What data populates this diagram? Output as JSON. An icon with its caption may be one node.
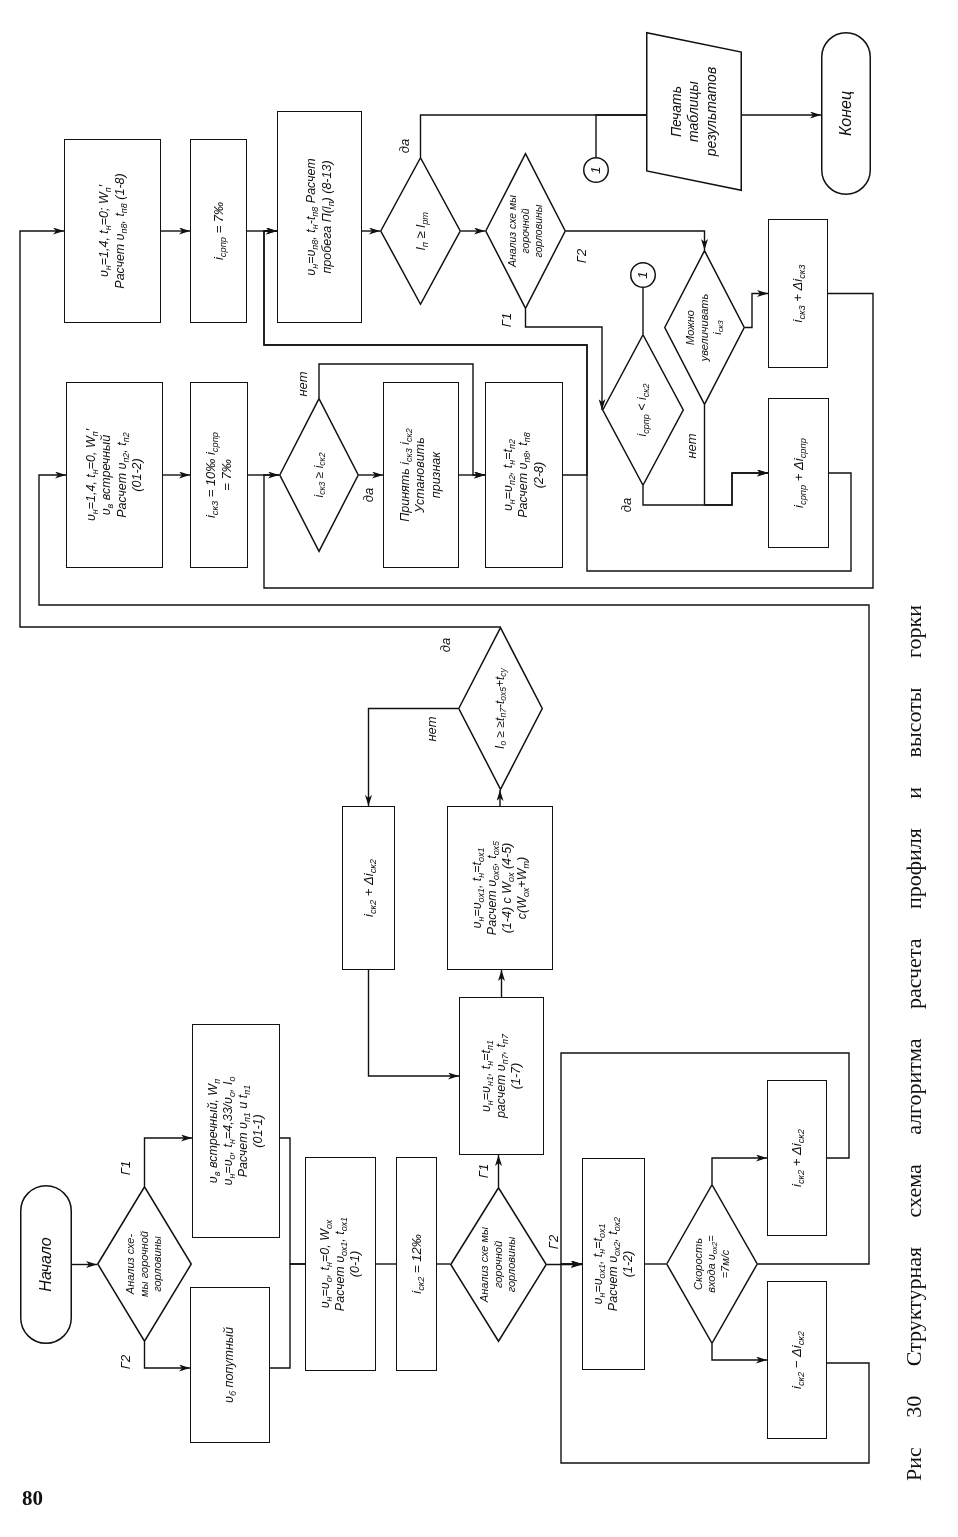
{
  "diagram": {
    "caption": "Рис 30 Структурная схема алгоритма расчета профиля и высоты горки",
    "nodes": [
      {
        "text": [
          "Начало"
        ]
      },
      {
        "text": [
          "Анализ схе- мы горочной горловины"
        ]
      },
      {
        "text": [
          "υ$_{в}$ встречный, W$_{п}$ υ$_{н}$=υ$_{о}$, t$_{н}$=4,33/υ$_{о}$, I$_{о}$ Расчет υ$_{п1}$ и t$_{п1}$ (01-1)"
        ]
      },
      {
        "text": [
          "υ$_{б}$ попутный"
        ]
      },
      {
        "text": [
          "υ$_{н}$=υ$_{о}$, t$_{н}$=0, W$_{ох}$ Расчет υ$_{ох1}$, t$_{ох1}$ (0-1)"
        ]
      },
      {
        "text": [
          "i$_{ск2}$ = 12‰"
        ]
      },
      {
        "text": [
          "Анализ схе мы горочной горловины"
        ]
      },
      {
        "text": [
          "υ$_{н}$=υ$_{н1}$, t$_{н}$=t$_{п1}$ расчет υ$_{п7}$, t$_{п7}$ (1-7)"
        ]
      },
      {
        "text": [
          "υ$_{н}$=υ$_{ох1}$, t$_{н}$=t$_{ох1}$ Расчет υ$_{ох5}$, t$_{ох5}$ (1-4) с W$_{ох}$ (4-5) с(W$_{ох}$+W$_{т}$)"
        ]
      },
      {
        "text": [
          "I$_{о}$ ≥ ≥t$_{п7}$-t$_{ох5}$+t$_{су}$"
        ]
      },
      {
        "text": [
          "i$_{ск2}$ + Δi$_{ск2}$"
        ]
      },
      {
        "text": [
          "υ$_{н}$=υ$_{ох1}$, t$_{н}$=t$_{ох1}$ Расчет υ$_{ох2}$, t$_{ох2}$ (1-2)"
        ]
      },
      {
        "text": [
          "Скорость входа υ$_{ох2}$= =7м/с"
        ]
      },
      {
        "text": [
          "i$_{ск2}$ − Δi$_{ск2}$"
        ]
      },
      {
        "text": [
          "i$_{ск2}$ + Δi$_{ск2}$"
        ]
      },
      {
        "text": [
          "υ$_{н}$=1,4, t$_{н}$=0; W$_{п}$′ Расчет υ$_{п8}$, t$_{п8}$ (1-8)"
        ]
      },
      {
        "text": [
          "i$_{српр}$ = 7‰"
        ]
      },
      {
        "text": [
          "υ$_{н}$=υ$_{п8}$, t$_{н}$-t$_{п8}$ Расчет пробега П(l$_{п}$) (8-13)"
        ]
      },
      {
        "text": [
          "l$_{п}$ ≥ l$_{рт}$"
        ]
      },
      {
        "text": [
          "Печать таблицы результатов"
        ]
      },
      {
        "text": [
          "Конец"
        ]
      },
      {
        "text": [
          "1"
        ]
      },
      {
        "text": [
          "Анализ схе мы горочной горловины"
        ]
      },
      {
        "text": [
          "1"
        ]
      },
      {
        "text": [
          "i$_{српр}$ < i$_{ск2}$"
        ]
      },
      {
        "text": [
          "Можно увеличивать i$_{ск3}$"
        ]
      },
      {
        "text": [
          "i$_{ск3}$ + Δi$_{ск3}$"
        ]
      },
      {
        "text": [
          "i$_{српр}$ + Δi$_{српр}$"
        ]
      },
      {
        "text": [
          "υ$_{н}$=1,4, t$_{н}$=0, W$_{п}$′ υ$_{в}$ встречный Расчет υ$_{п2}$, t$_{п2}$ (01-2)"
        ]
      },
      {
        "text": [
          "i$_{ск3}$ = 10‰ i$_{српр}$ = 7‰"
        ]
      },
      {
        "text": [
          "i$_{ск3}$ ≥ i$_{ск2}$"
        ]
      },
      {
        "text": [
          "Принять i$_{ск3}$ i$_{ск2}$ Установить признак"
        ]
      },
      {
        "text": [
          "υ$_{н}$=υ$_{п2}$, t$_{н}$=t$_{п2}$ Расчет υ$_{п8}$, t$_{п8}$ (2-8)"
        ]
      }
    ],
    "edges": [
      {
        "from": 0,
        "to": 1,
        "arrow": "to"
      },
      {
        "from": 1,
        "to": 2,
        "arrow": "to",
        "label": "Г1"
      },
      {
        "from": 1,
        "to": 3,
        "arrow": "to",
        "label": "Г2"
      },
      {
        "from": 2,
        "to": 4,
        "arrow": "none"
      },
      {
        "from": 3,
        "to": 4,
        "arrow": "none"
      },
      {
        "from": 4,
        "to": 5,
        "arrow": "none"
      },
      {
        "from": 5,
        "to": 6,
        "arrow": "none"
      },
      {
        "from": 6,
        "to": 7,
        "arrow": "to",
        "label": "Г1"
      },
      {
        "from": 6,
        "to": 11,
        "arrow": "to",
        "label": "Г2"
      },
      {
        "from": 7,
        "to": 8,
        "arrow": "to"
      },
      {
        "from": 8,
        "to": 9,
        "arrow": "to"
      },
      {
        "from": 9,
        "to": 10,
        "arrow": "to",
        "label": "нет"
      },
      {
        "from": 10,
        "to": 7,
        "arrow": "to"
      },
      {
        "from": 9,
        "to": 15,
        "arrow": "to",
        "label": "да"
      },
      {
        "from": 11,
        "to": 12,
        "arrow": "none"
      },
      {
        "from": 12,
        "to": 13,
        "arrow": "to"
      },
      {
        "from": 12,
        "to": 14,
        "arrow": "to"
      },
      {
        "from": 13,
        "to": 11,
        "arrow": "to"
      },
      {
        "from": 14,
        "to": 11,
        "arrow": "to"
      },
      {
        "from": 12,
        "to": 28,
        "arrow": "to"
      },
      {
        "from": 15,
        "to": 16,
        "arrow": "to"
      },
      {
        "from": 16,
        "to": 17,
        "arrow": "none"
      },
      {
        "from": 17,
        "to": 18,
        "arrow": "to"
      },
      {
        "from": 18,
        "to": 19,
        "arrow": "none",
        "label": "да"
      },
      {
        "from": 19,
        "to": 20,
        "arrow": "to"
      },
      {
        "from": 21,
        "to": 19,
        "arrow": "none"
      },
      {
        "from": 18,
        "to": 22,
        "arrow": "to"
      },
      {
        "from": 22,
        "to": 24,
        "arrow": "to",
        "label": "Г1"
      },
      {
        "from": 22,
        "to": 25,
        "arrow": "to",
        "label": "Г2"
      },
      {
        "from": 24,
        "to": 23,
        "arrow": "none"
      },
      {
        "from": 24,
        "to": 27,
        "arrow": "to",
        "label": "да"
      },
      {
        "from": 25,
        "to": 27,
        "arrow": "to",
        "label": "нет"
      },
      {
        "from": 25,
        "to": 26,
        "arrow": "to"
      },
      {
        "from": 26,
        "to": 30,
        "arrow": "to"
      },
      {
        "from": 27,
        "to": 17,
        "arrow": "to"
      },
      {
        "from": 28,
        "to": 29,
        "arrow": "to"
      },
      {
        "from": 29,
        "to": 30,
        "arrow": "none"
      },
      {
        "from": 30,
        "to": 31,
        "arrow": "to",
        "label": "да"
      },
      {
        "from": 30,
        "to": 32,
        "arrow": "to",
        "label": "нет"
      },
      {
        "from": 31,
        "to": 32,
        "arrow": "to"
      },
      {
        "from": 32,
        "to": 17,
        "arrow": "to"
      }
    ],
    "labels": [
      "80"
    ]
  }
}
